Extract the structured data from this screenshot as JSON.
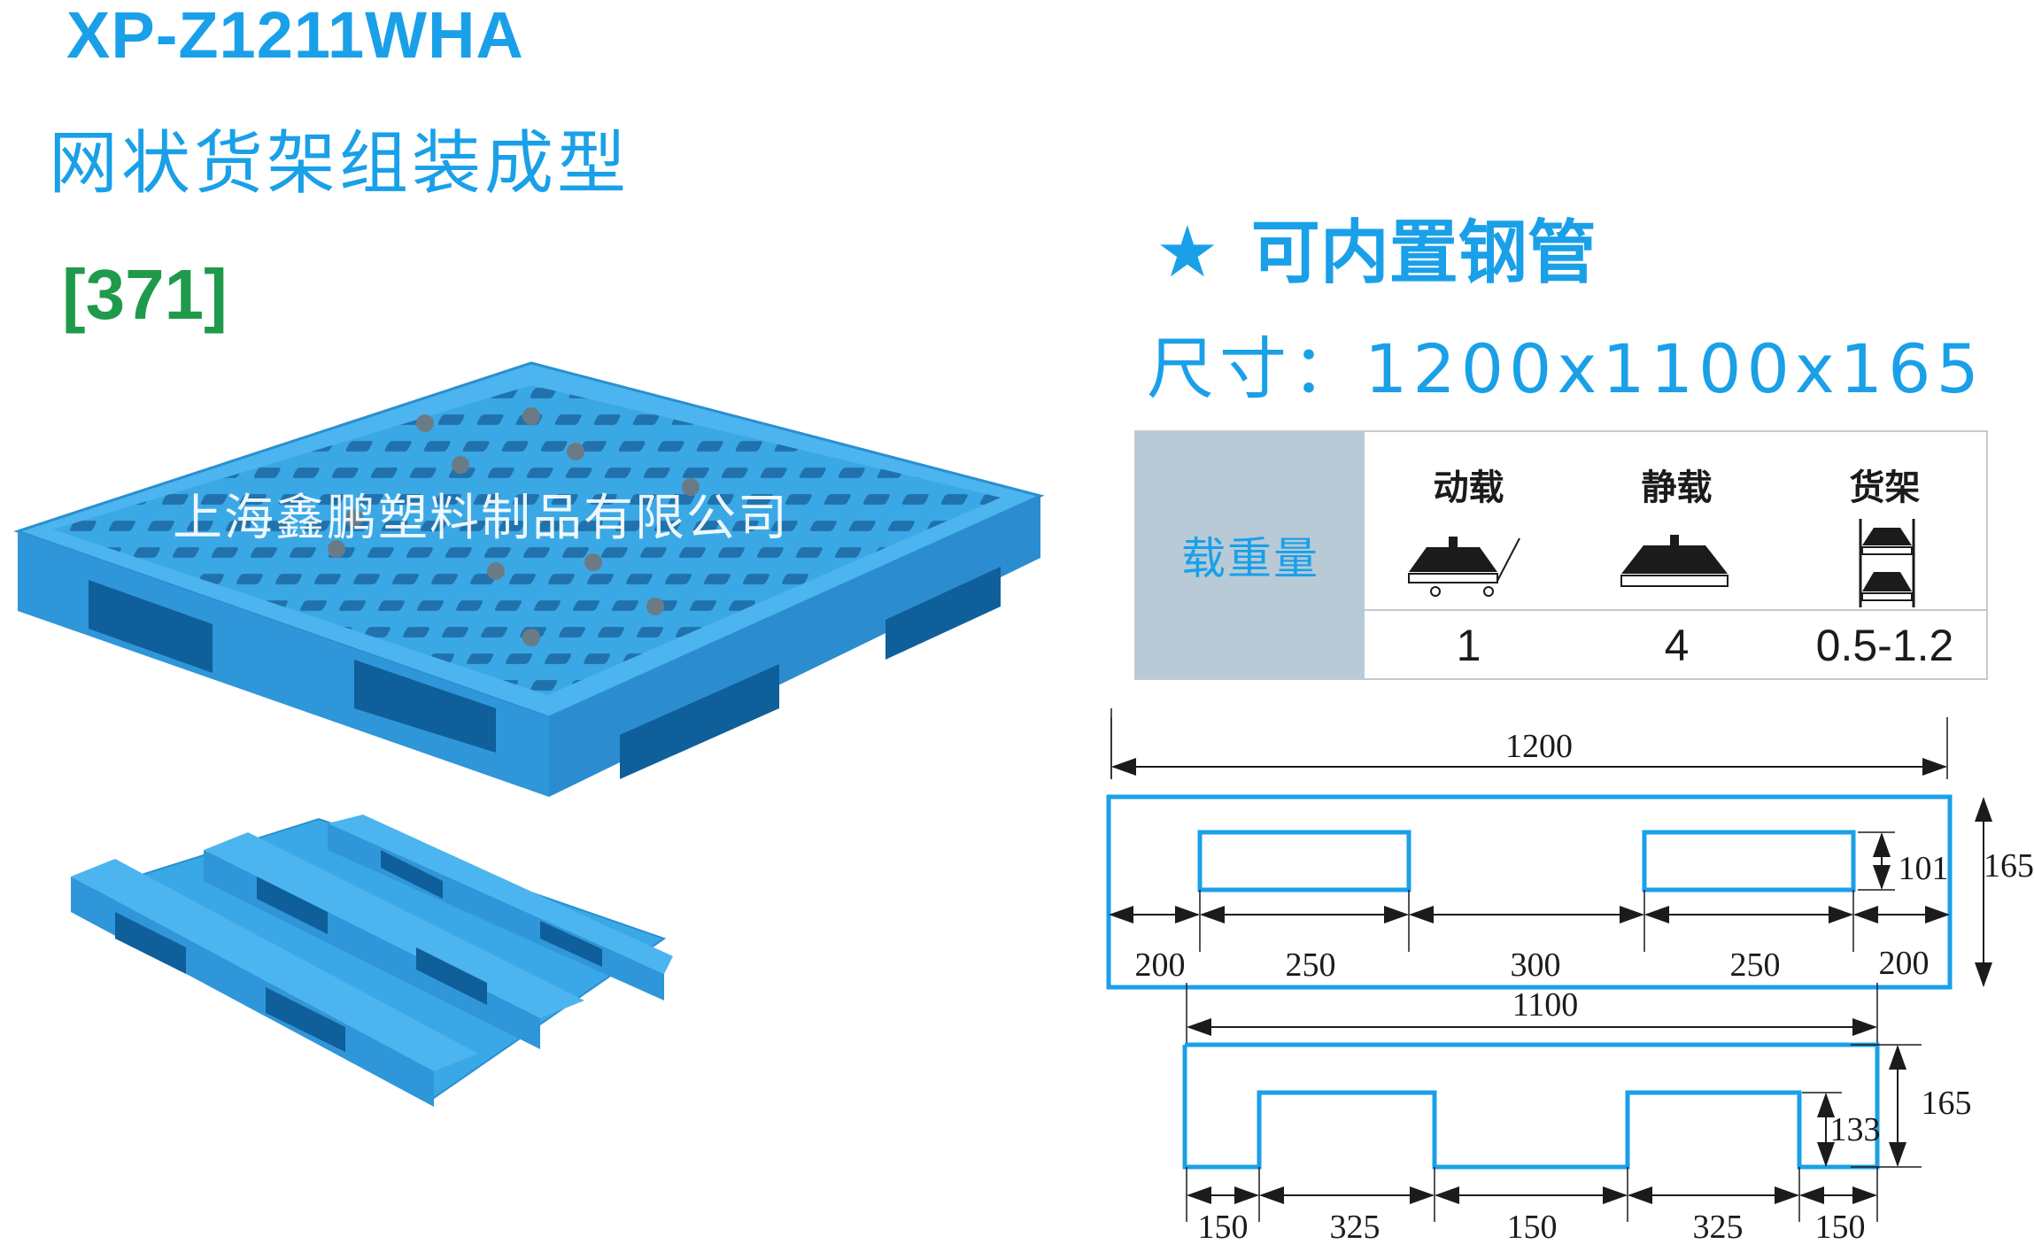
{
  "header": {
    "model": "XP-Z1211WHA",
    "subtitle": "网状货架组装成型",
    "code": "[371]"
  },
  "feature": {
    "star": "★",
    "text": "可内置钢管"
  },
  "size": {
    "label": "尺寸：",
    "value": "1200x1100x165"
  },
  "watermark": "上海鑫鹏塑料制品有限公司",
  "load_table": {
    "header": "载重量",
    "columns": [
      {
        "label": "动载",
        "value": "1",
        "icon": "dynamic-load-icon"
      },
      {
        "label": "静载",
        "value": "4",
        "icon": "static-load-icon"
      },
      {
        "label": "货架",
        "value": "0.5-1.2",
        "icon": "rack-load-icon"
      }
    ]
  },
  "diagram_top": {
    "overall": "1200",
    "height": "165",
    "opening_height": "101",
    "segments": [
      "200",
      "250",
      "300",
      "250",
      "200"
    ]
  },
  "diagram_bottom": {
    "overall": "1100",
    "height": "165",
    "opening_height": "133",
    "segments": [
      "150",
      "325",
      "150",
      "325",
      "150"
    ]
  },
  "colors": {
    "accent": "#1aa0e8",
    "green": "#1f9a4a",
    "pallet": "#3aa7e6",
    "outline": "#1aa0e8"
  }
}
